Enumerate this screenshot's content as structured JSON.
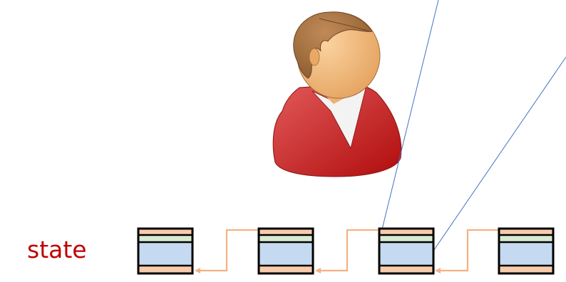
{
  "diagram": {
    "state_label": "state",
    "colors": {
      "state_label": "#c00000",
      "block_body": "#c5daf0",
      "block_header_stripe": "#f8cbad",
      "block_mid_stripe": "#d9ead3",
      "block_footer_stripe": "#f8cbad",
      "block_border": "#000000",
      "chain_arrow": "#f4b183",
      "pointer_line": "#4472c4",
      "user_shirt": "#c00000",
      "user_skin": "#f0b675",
      "user_hair": "#a66b3a"
    },
    "icons": [
      "user-icon"
    ],
    "blocks": [
      {
        "id": "block-1"
      },
      {
        "id": "block-2"
      },
      {
        "id": "block-3"
      },
      {
        "id": "block-4"
      }
    ]
  }
}
